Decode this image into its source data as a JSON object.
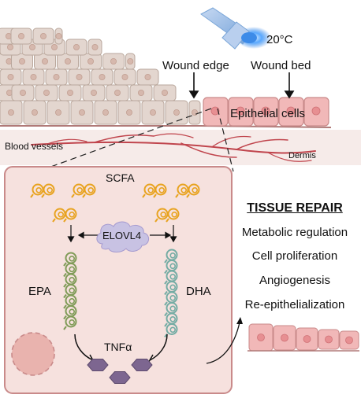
{
  "tissue": {
    "temperature": "20°C",
    "wound_edge": "Wound edge",
    "wound_bed": "Wound bed",
    "epithelial_cells": "Epithelial cells",
    "blood_vessels": "Blood vessels",
    "dermis": "Dermis"
  },
  "cell": {
    "scfa": "SCFA",
    "enzyme": "ELOVL4",
    "left_product": "EPA",
    "right_product": "DHA",
    "cytokine": "TNFα"
  },
  "repair": {
    "title": "TISSUE REPAIR",
    "items": [
      "Metabolic regulation",
      "Cell proliferation",
      "Angiogenesis",
      "Re-epithelialization"
    ]
  },
  "colors": {
    "skin_cell_fill": "#e3d6cf",
    "epithelial_fill": "#f1b8b8",
    "cell_body_fill": "#f6e1de",
    "cell_border": "#c98a8a",
    "scfa_chain": "#e8a320",
    "epa_chain": "#7f9b57",
    "dha_chain": "#74aca4",
    "enzyme_cloud": "#c8c2e3",
    "tnf_hexagon": "#7d6690",
    "vessel": "#c0454d",
    "probe_blue": "#3d8be8"
  }
}
